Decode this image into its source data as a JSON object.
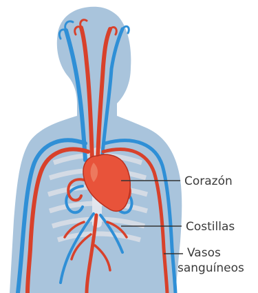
{
  "diagram": {
    "labels": {
      "heart": "Corazón",
      "ribs": "Costillas",
      "vessels_line1": "Vasos",
      "vessels_line2": "sanguíneos"
    },
    "colors": {
      "background": "#ffffff",
      "body_silhouette": "#a9c4dc",
      "artery": "#d8412b",
      "vein": "#2f8fd6",
      "heart": "#e8533a",
      "ribs": "#d9dee6",
      "leader_line": "#333333",
      "label_text": "#3a3a3a"
    }
  }
}
